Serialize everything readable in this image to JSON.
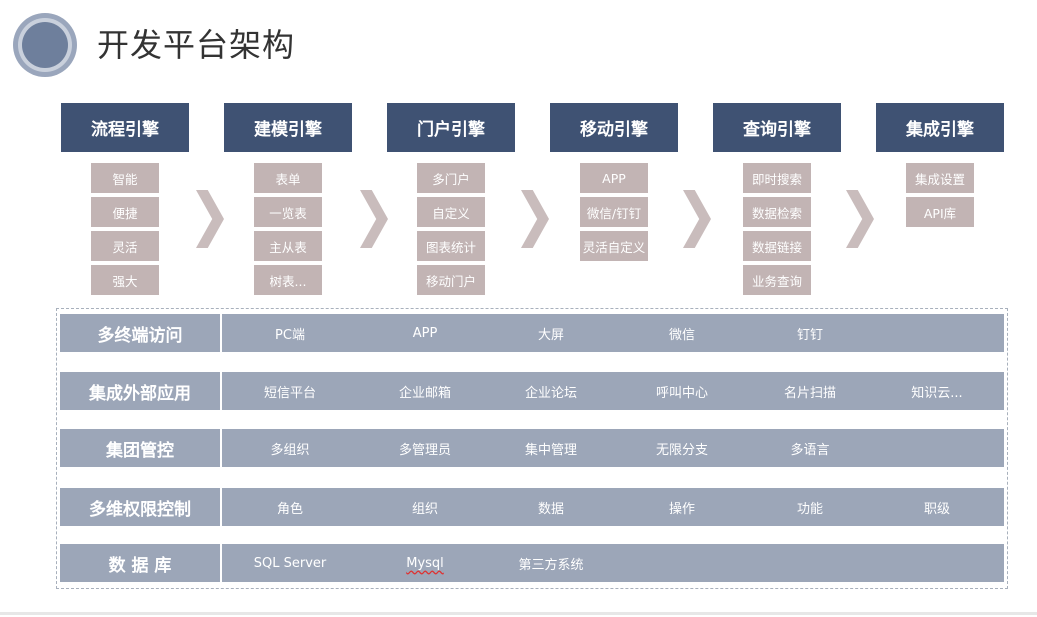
{
  "title": "开发平台架构",
  "engines": [
    {
      "title": "流程引擎",
      "items": [
        "智能",
        "便捷",
        "灵活",
        "强大"
      ]
    },
    {
      "title": "建模引擎",
      "items": [
        "表单",
        "一览表",
        "主从表",
        "树表..."
      ]
    },
    {
      "title": "门户引擎",
      "items": [
        "多门户",
        "自定义",
        "图表统计",
        "移动门户"
      ]
    },
    {
      "title": "移动引擎",
      "items": [
        "APP",
        "微信/钉钉",
        "灵活自定义"
      ]
    },
    {
      "title": "查询引擎",
      "items": [
        "即时搜索",
        "数据检索",
        "数据链接",
        "业务查询"
      ]
    },
    {
      "title": "集成引擎",
      "items": [
        "集成设置",
        "API库"
      ]
    }
  ],
  "layers": [
    {
      "label": "多终端访问",
      "items": [
        "PC端",
        "APP",
        "大屏",
        "微信",
        "钉钉"
      ]
    },
    {
      "label": "集成外部应用",
      "items": [
        "短信平台",
        "企业邮箱",
        "企业论坛",
        "呼叫中心",
        "名片扫描",
        "知识云..."
      ]
    },
    {
      "label": "集团管控",
      "items": [
        "多组织",
        "多管理员",
        "集中管理",
        "无限分支",
        "多语言"
      ]
    },
    {
      "label": "多维权限控制",
      "items": [
        "角色",
        "组织",
        "数据",
        "操作",
        "功能",
        "职级"
      ]
    },
    {
      "label": "数 据 库",
      "items": [
        "SQL Server",
        "Mysql",
        "第三方系统"
      ]
    }
  ],
  "colors": {
    "engine_header": "#3f5273",
    "chip": "#c2b4b4",
    "arrow": "#c9bcbc",
    "layer_bar": "#9ca6b8"
  }
}
